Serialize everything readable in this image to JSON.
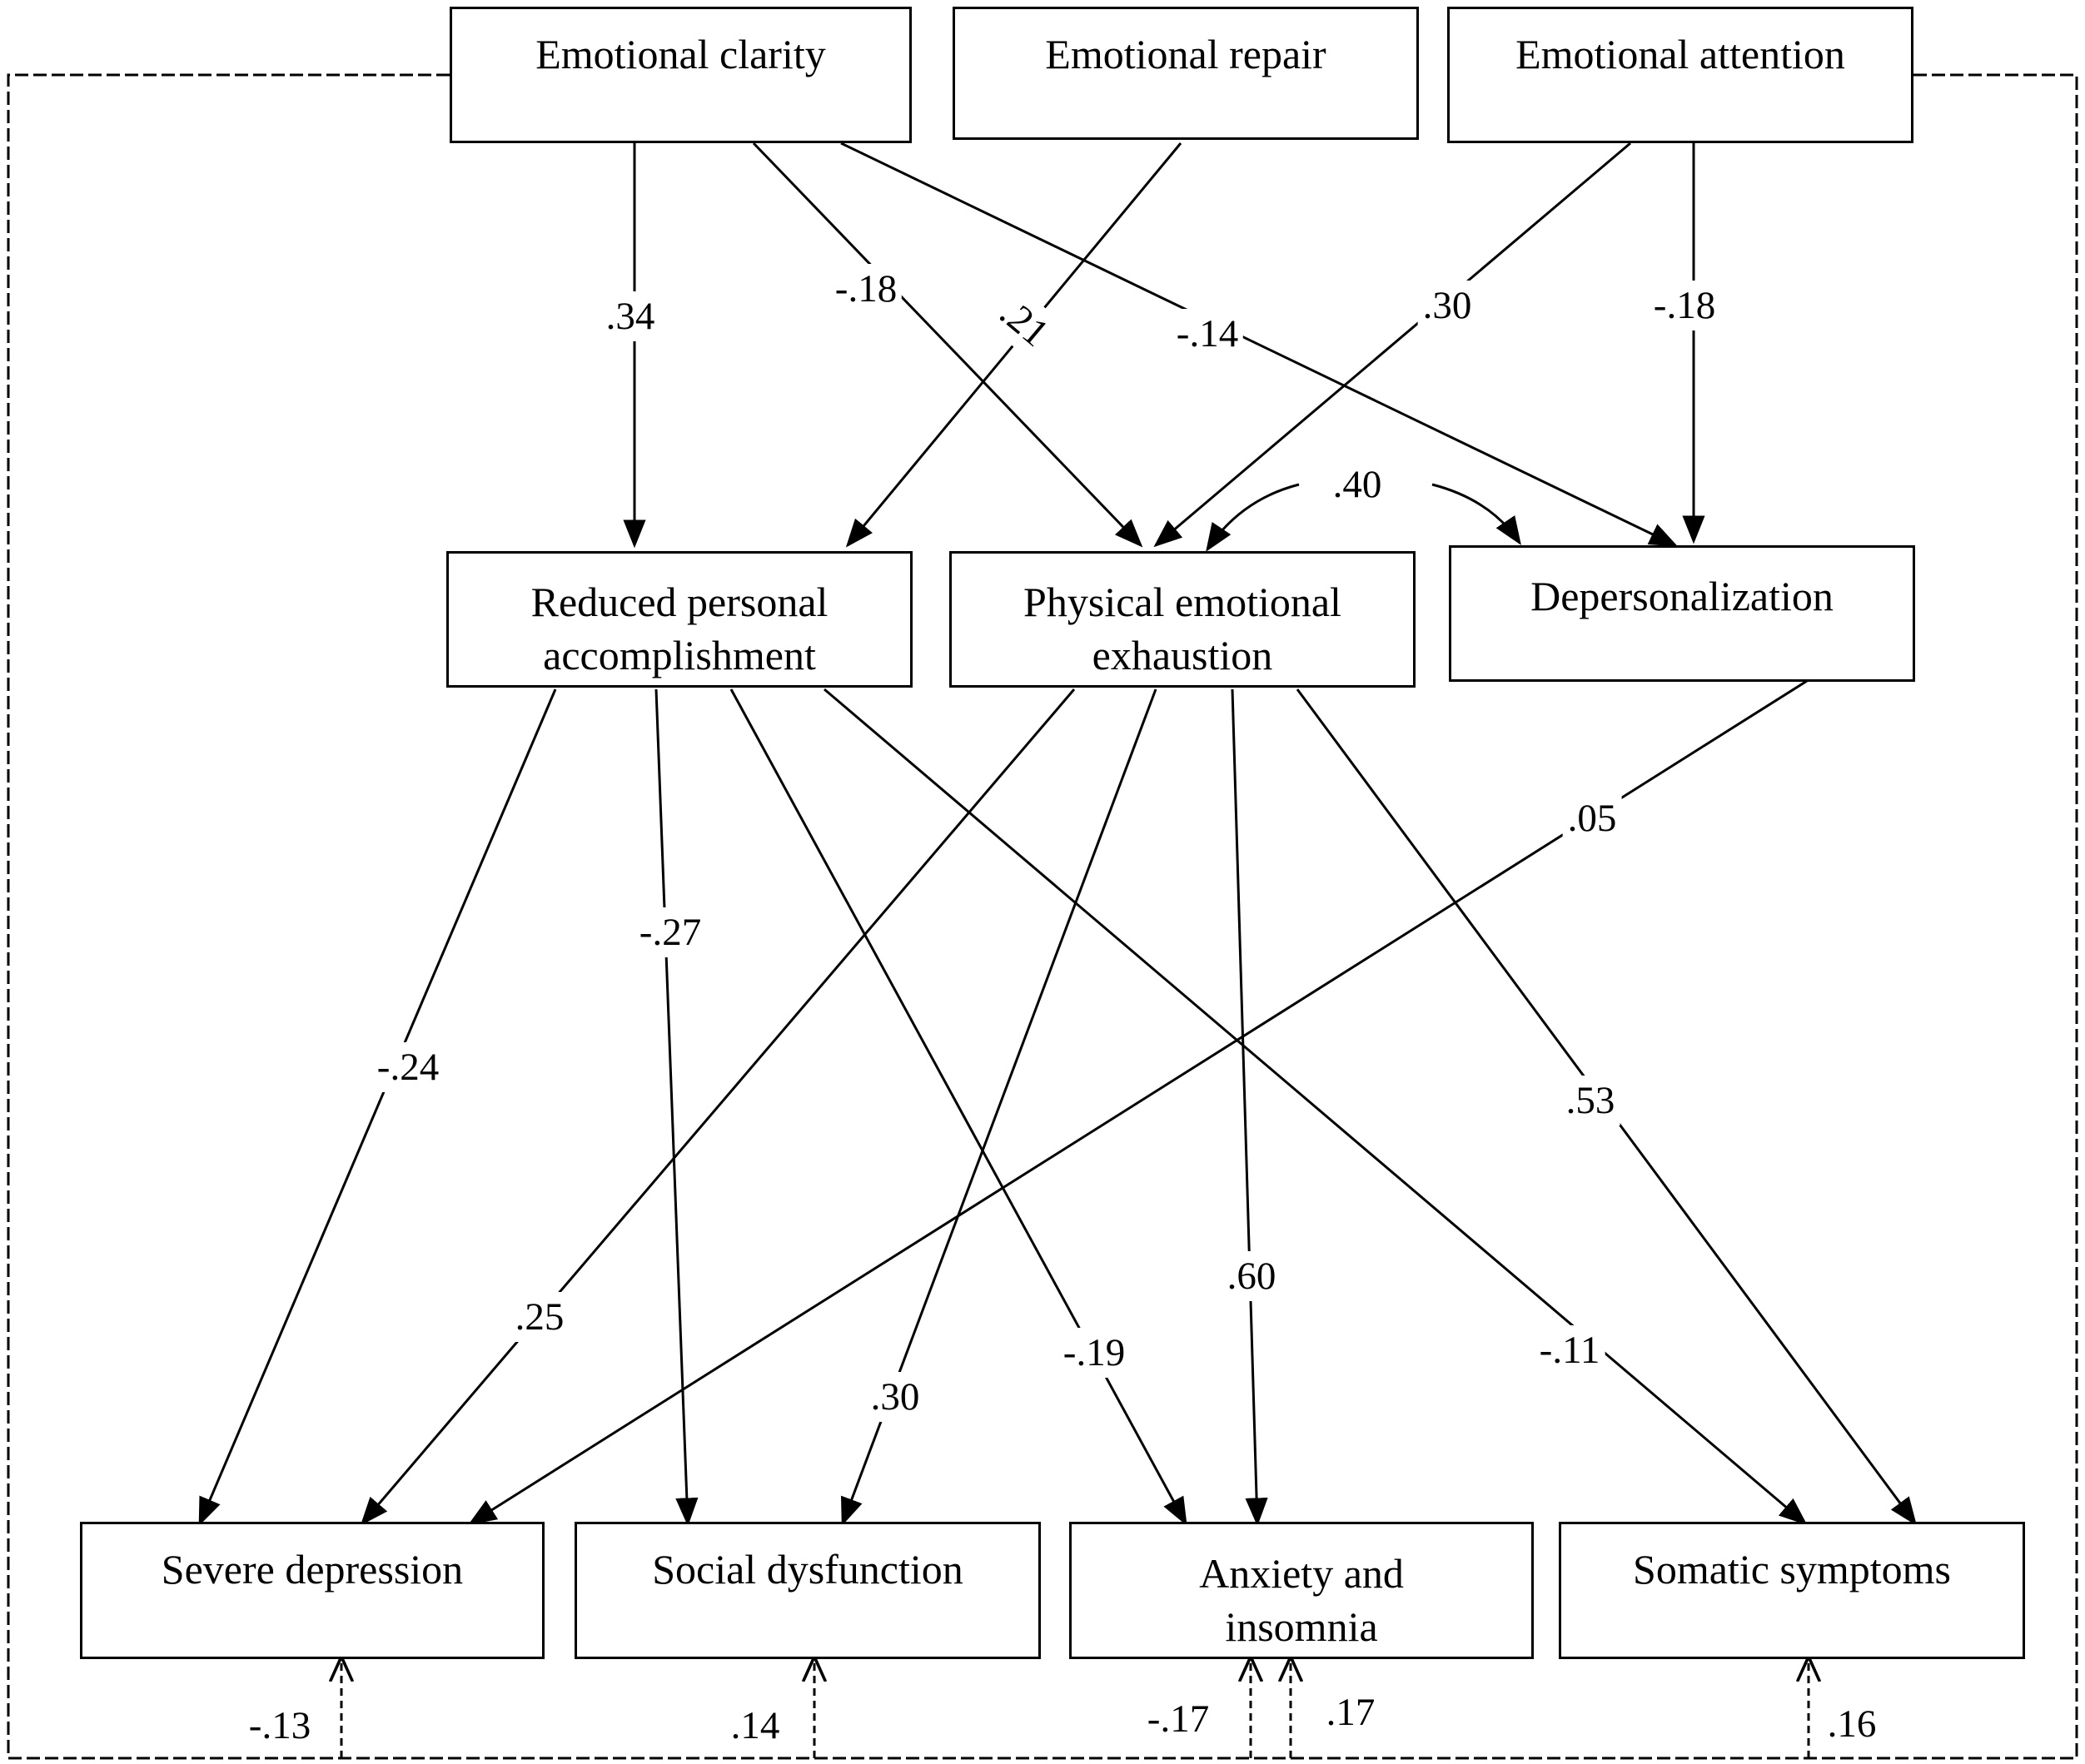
{
  "nodes": {
    "emotional_clarity": "Emotional clarity",
    "emotional_repair": "Emotional repair",
    "emotional_attention": "Emotional attention",
    "reduced_personal_accomplishment": [
      "Reduced personal",
      "accomplishment"
    ],
    "physical_emotional_exhaustion": [
      "Physical emotional",
      "exhaustion"
    ],
    "depersonalization": "Depersonalization",
    "severe_depression": "Severe depression",
    "social_dysfunction": "Social dysfunction",
    "anxiety_insomnia": [
      "Anxiety and",
      "insomnia"
    ],
    "somatic_symptoms": "Somatic symptoms"
  },
  "paths": {
    "clarity_to_reduced": ".34",
    "clarity_to_exhaustion": "-.18",
    "repair_to_reduced": ".21",
    "clarity_to_depersonalization": "-.14",
    "attention_to_exhaustion": ".30",
    "attention_to_depersonalization": "-.18",
    "exhaustion_depersonalization": ".40",
    "depersonalization_to_depression": ".05",
    "reduced_to_social": "-.27",
    "reduced_to_depression": "-.24",
    "exhaustion_to_somatic": ".53",
    "exhaustion_to_depression": ".25",
    "exhaustion_to_anxiety": ".60",
    "reduced_to_anxiety": "-.19",
    "reduced_to_somatic": "-.11",
    "exhaustion_to_social": ".30",
    "clarity_to_depression": "-.13",
    "clarity_to_social": ".14",
    "clarity_to_anxiety": "-.17",
    "attention_to_anxiety": ".17",
    "attention_to_somatic": ".16"
  }
}
